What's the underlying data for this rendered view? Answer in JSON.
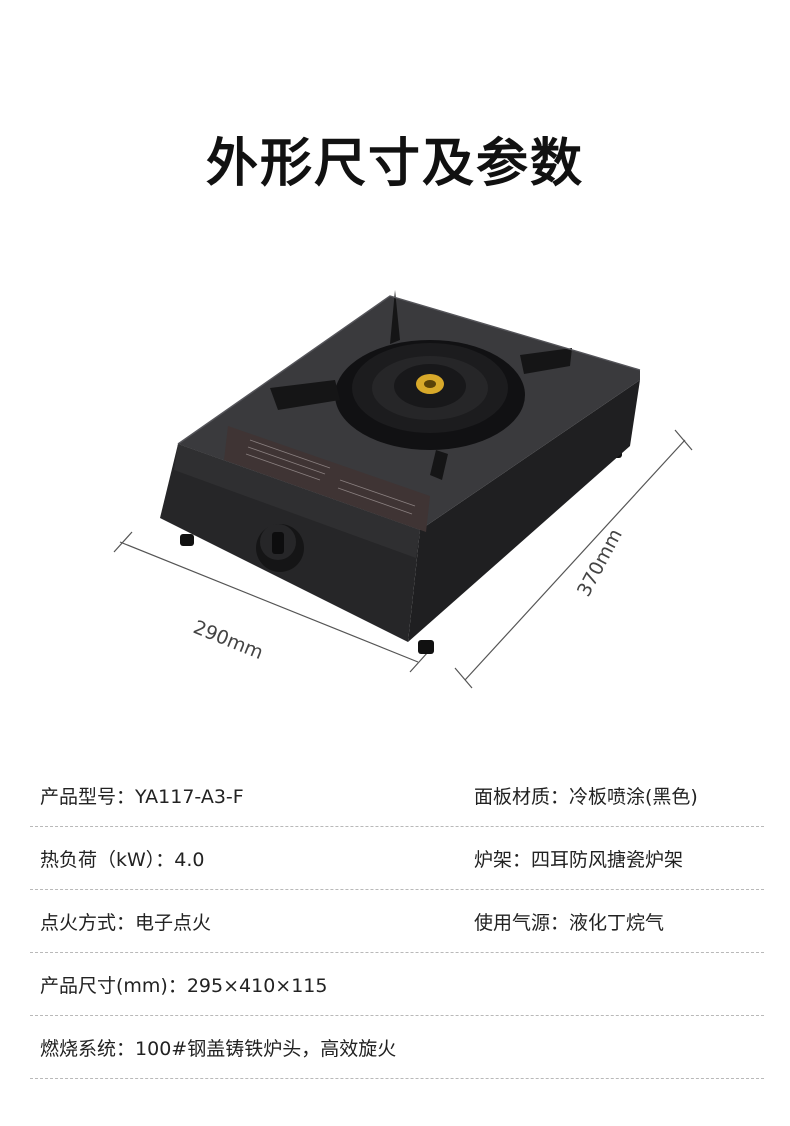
{
  "heading": "外形尺寸及参数",
  "dimensions": {
    "width": "290mm",
    "depth": "370mm"
  },
  "specs": [
    {
      "left": {
        "key": "产品型号：",
        "value": "YA117-A3-F"
      },
      "right": {
        "key": "面板材质：",
        "value": "冷板喷涂(黑色)"
      }
    },
    {
      "left": {
        "key": "热负荷（kW）：",
        "value": "4.0"
      },
      "right": {
        "key": "炉架：",
        "value": "四耳防风搪瓷炉架"
      }
    },
    {
      "left": {
        "key": "点火方式：",
        "value": "电子点火"
      },
      "right": {
        "key": "使用气源：",
        "value": "液化丁烷气"
      }
    },
    {
      "left": {
        "key": "产品尺寸(mm)：",
        "value": "295×410×115"
      }
    },
    {
      "left": {
        "key": "燃烧系统：",
        "value": "100#钢盖铸铁炉头，高效旋火"
      }
    }
  ],
  "colors": {
    "body": "#2b2b2d",
    "top": "#3a3a3d",
    "burner": "#1c1c1e",
    "brass": "#d8a92a"
  }
}
